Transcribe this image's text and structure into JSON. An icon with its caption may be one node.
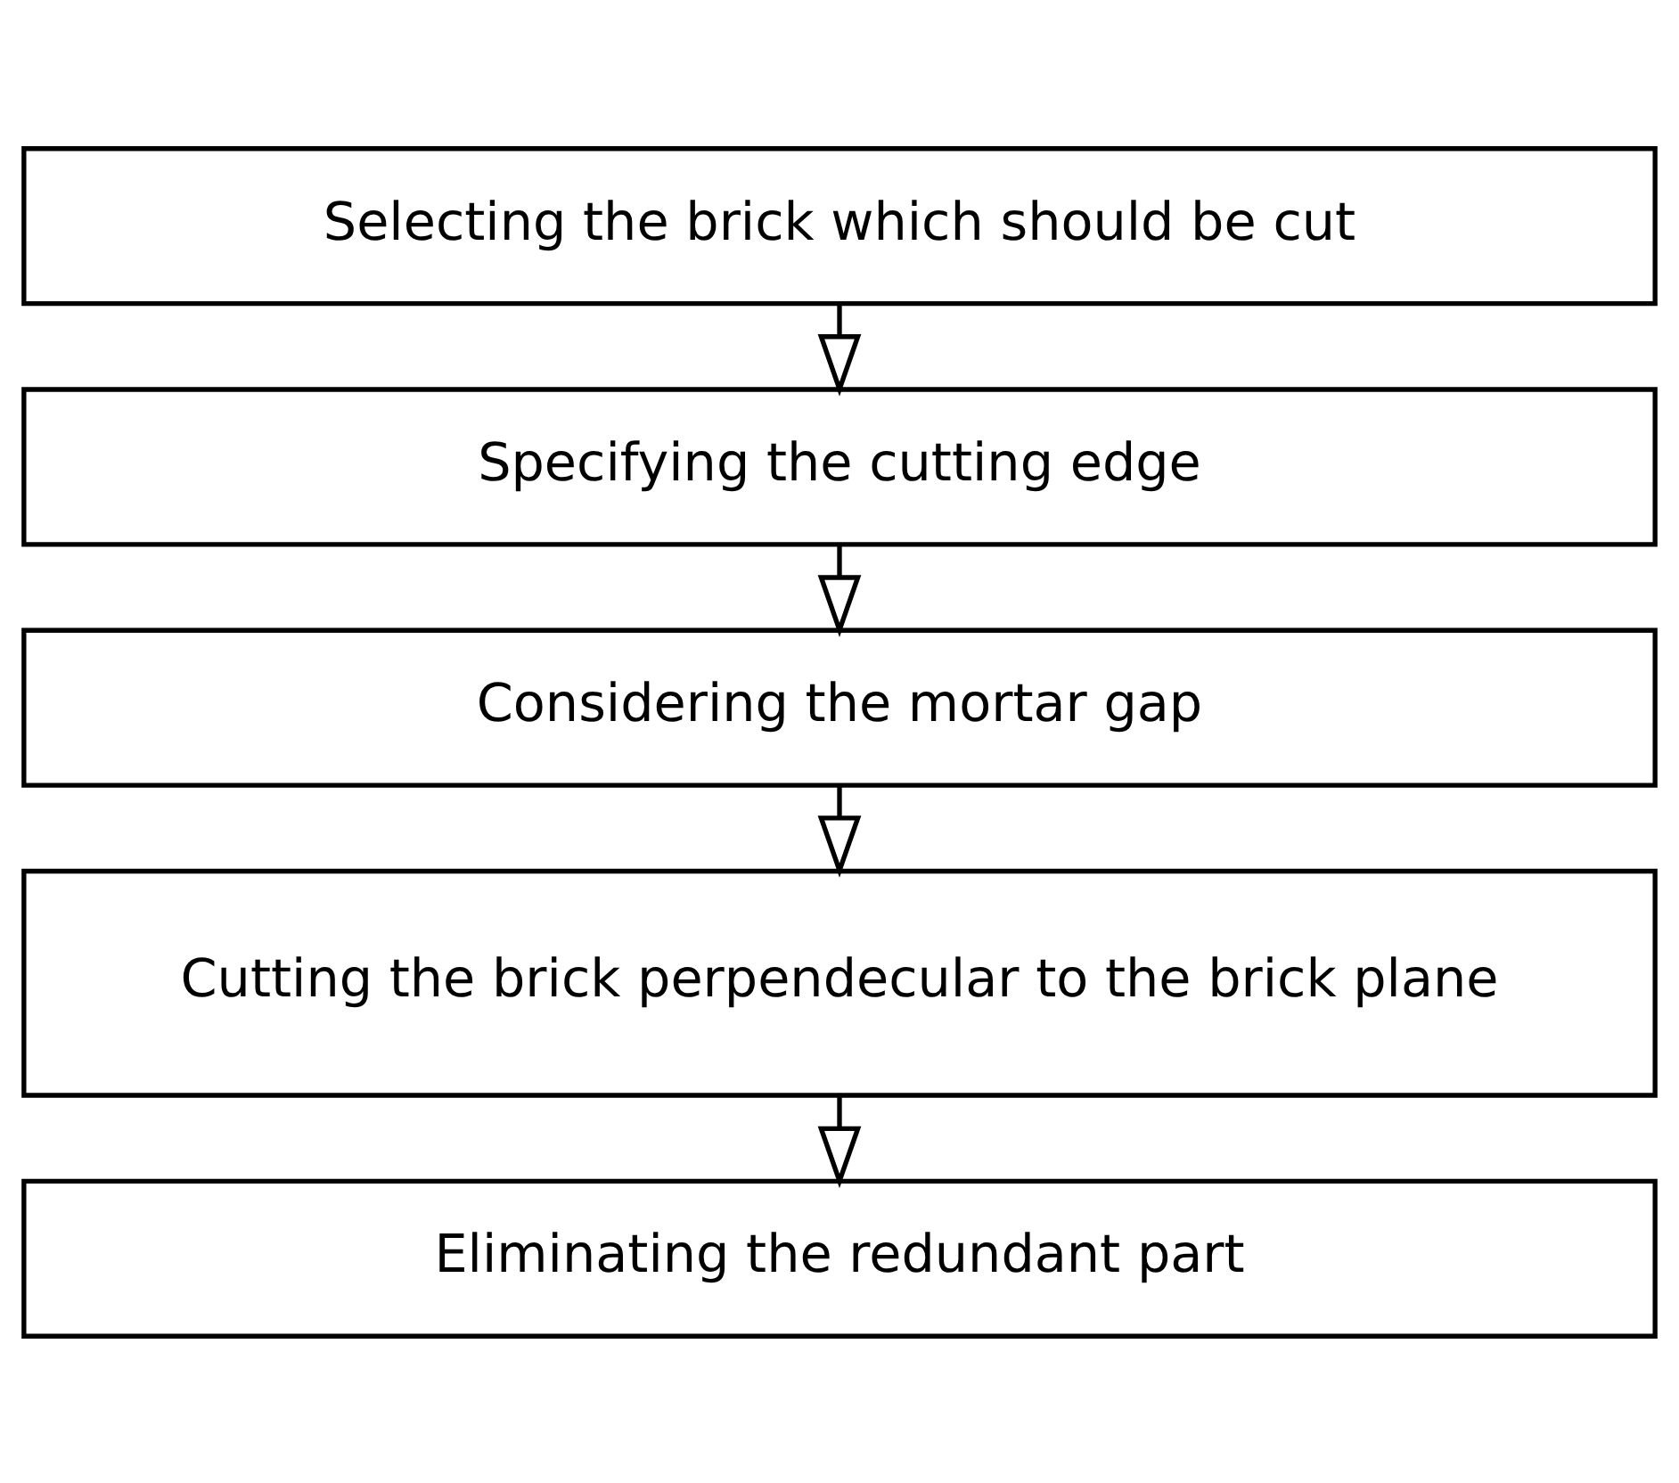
{
  "diagram": {
    "nodes": [
      {
        "text": [
          "Selecting the brick which should be cut"
        ]
      },
      {
        "text": [
          "Specifying the cutting edge"
        ]
      },
      {
        "text": [
          "Considering the mortar gap"
        ]
      },
      {
        "text": [
          "Cutting the brick perpendecular to the brick plane"
        ]
      },
      {
        "text": [
          "Eliminating the redundant part"
        ]
      }
    ],
    "edges": [
      {
        "from": 0,
        "to": 1,
        "arrow": "to"
      },
      {
        "from": 1,
        "to": 2,
        "arrow": "to"
      },
      {
        "from": 2,
        "to": 3,
        "arrow": "to"
      },
      {
        "from": 3,
        "to": 4,
        "arrow": "to"
      }
    ]
  }
}
